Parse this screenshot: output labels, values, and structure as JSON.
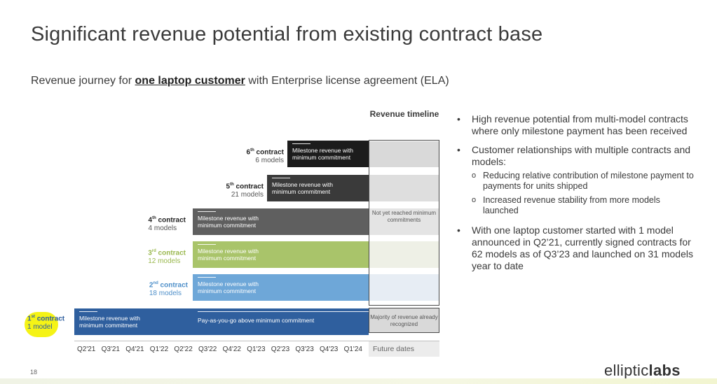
{
  "title": "Significant revenue potential from existing contract base",
  "subtitle": {
    "prefix": "Revenue journey for ",
    "emphasis": "one laptop customer",
    "suffix": " with Enterprise license agreement (ELA)"
  },
  "contracts": [
    {
      "ordinal": "6",
      "sup": "th",
      "word": "contract",
      "models": "6 models",
      "bar_text": "Milestone revenue with minimum commitment",
      "color": "#1c1c1c"
    },
    {
      "ordinal": "5",
      "sup": "th",
      "word": "contract",
      "models": "21 models",
      "bar_text": "Milestone revenue with minimum commitment",
      "color": "#3a3a3a"
    },
    {
      "ordinal": "4",
      "sup": "th",
      "word": "contract",
      "models": "4 models",
      "bar_text": "Milestone revenue with minimum commitment",
      "color": "#5f5f5f"
    },
    {
      "ordinal": "3",
      "sup": "rd",
      "word": "contract",
      "models": "12 models",
      "bar_text": "Milestone revenue with minimum commitment",
      "color": "#a9c46a",
      "label_color": "#9ab84f"
    },
    {
      "ordinal": "2",
      "sup": "nd",
      "word": "contract",
      "models": "18 models",
      "bar_text": "Milestone revenue with minimum commitment",
      "color": "#6ea7d8",
      "label_color": "#4e8fc9"
    },
    {
      "ordinal": "1",
      "sup": "st",
      "word": "contract",
      "models": "1 model",
      "bar_text": "Milestone revenue with minimum commitment",
      "bar_text2": "Pay-as-you-go above minimum commitment",
      "color": "#2f5f9e",
      "label_color": "#2f5f9e"
    }
  ],
  "timeline": {
    "header": "Revenue timeline",
    "not_yet": "Not yet reached minimum commitments",
    "majority": "Majority of revenue already recognized",
    "future": "Future dates"
  },
  "quarters": [
    "Q2'21",
    "Q3'21",
    "Q4'21",
    "Q1'22",
    "Q2'22",
    "Q3'22",
    "Q4'22",
    "Q1'23",
    "Q2'23",
    "Q3'23",
    "Q4'23",
    "Q1'24"
  ],
  "bullets": [
    {
      "text": "High revenue potential from multi-model contracts where only milestone payment has been received"
    },
    {
      "text": "Customer relationships with multiple contracts and models:",
      "subs": [
        "Reducing relative contribution of milestone payment to payments for units shipped",
        "Increased revenue stability from more models launched"
      ]
    },
    {
      "text": "With one laptop customer started with 1 model announced in Q2’21, currently signed contracts for 62 models as of Q3’23 and launched on 31 models year to date"
    }
  ],
  "page_number": "18",
  "logo": {
    "part1": "elliptic",
    "part2": "labs"
  }
}
